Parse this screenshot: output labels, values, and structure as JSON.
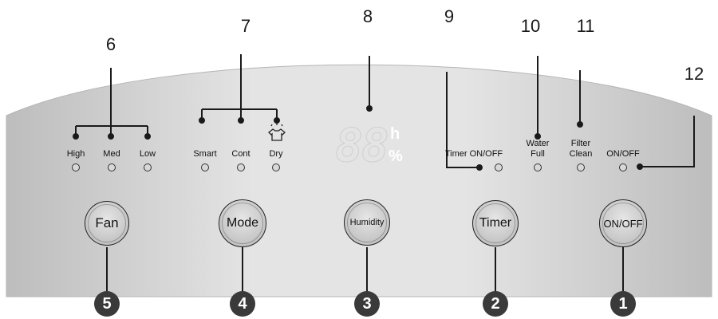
{
  "colors": {
    "panel_light": "#e2e2e2",
    "panel_dark": "#bdbdbd",
    "line": "#1a1a1a",
    "badge": "#3a3a3a",
    "display_text": "#ffffff"
  },
  "callouts": {
    "n6": "6",
    "n7": "7",
    "n8": "8",
    "n9": "9",
    "n10": "10",
    "n11": "11",
    "n12": "12"
  },
  "fan_leds": {
    "high": "High",
    "med": "Med",
    "low": "Low"
  },
  "mode_leds": {
    "smart": "Smart",
    "cont": "Cont",
    "dry": "Dry",
    "dry_icon": "shirt-drying-icon"
  },
  "display": {
    "digits": "88",
    "unit_h": "h",
    "unit_pct": "%"
  },
  "status_leds": {
    "timer_onoff": "Timer ON/OFF",
    "water_full_1": "Water",
    "water_full_2": "Full",
    "filter_clean_1": "Filter",
    "filter_clean_2": "Clean",
    "onoff": "ON/OFF"
  },
  "buttons": {
    "fan": "Fan",
    "mode": "Mode",
    "humidity": "Humidity",
    "timer": "Timer",
    "onoff": "ON/OFF"
  },
  "badges": {
    "b1": "1",
    "b2": "2",
    "b3": "3",
    "b4": "4",
    "b5": "5"
  }
}
